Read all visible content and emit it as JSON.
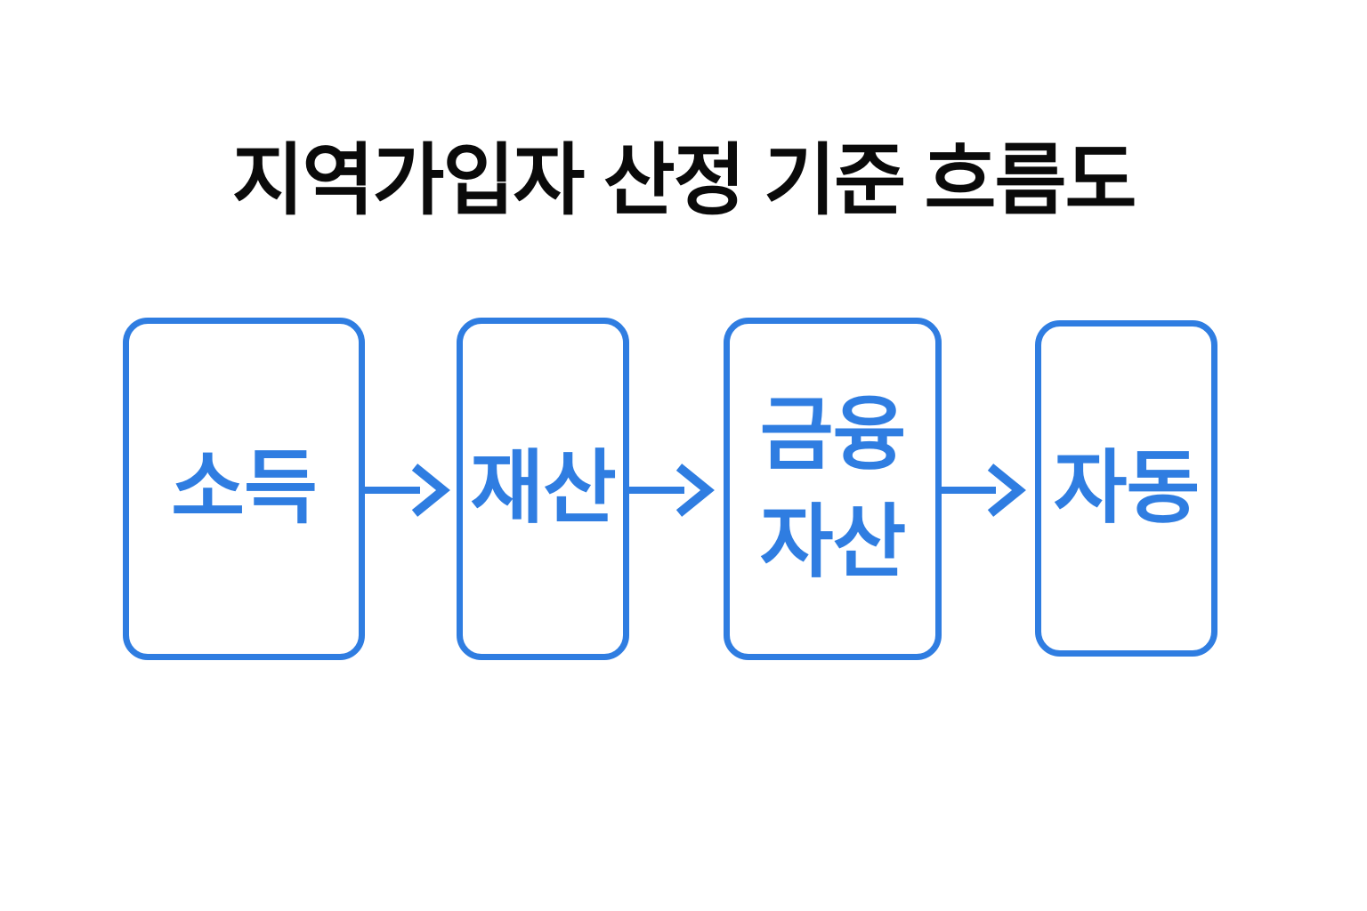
{
  "title": "지역가입자 산정 기준 흐름도",
  "flow": {
    "nodes": [
      {
        "id": "income",
        "label": "소득"
      },
      {
        "id": "property",
        "label": "재산"
      },
      {
        "id": "financial-assets",
        "lines": [
          "금융",
          "자산"
        ]
      },
      {
        "id": "automobile",
        "label": "자동"
      }
    ],
    "connections": [
      {
        "from": "income",
        "to": "property"
      },
      {
        "from": "property",
        "to": "financial-assets"
      },
      {
        "from": "financial-assets",
        "to": "automobile"
      }
    ]
  },
  "colors": {
    "accent": "#2F7DE1",
    "title": "#0A0A0A",
    "background": "#FFFFFF"
  }
}
